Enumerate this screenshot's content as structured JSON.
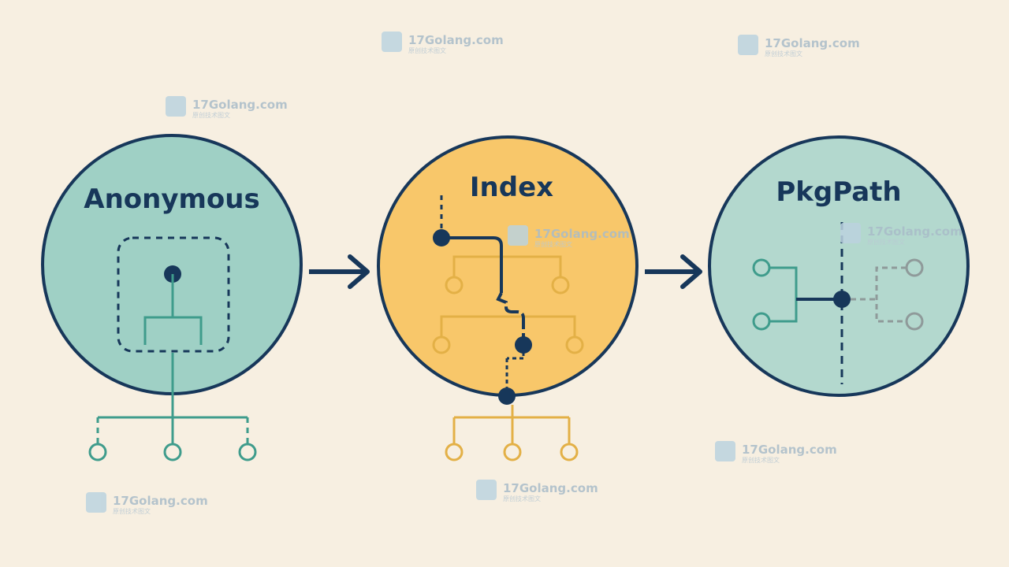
{
  "diagram": {
    "stages": [
      {
        "label": "Anonymous",
        "fill": "#9fd0c5"
      },
      {
        "label": "Index",
        "fill": "#f8c76a"
      },
      {
        "label": "PkgPath",
        "fill": "#b3d8ce"
      }
    ],
    "colors": {
      "outline": "#17375a",
      "teal_line": "#3f9c8c",
      "gold_line": "#e3b046",
      "gray_line": "#8f9a9a",
      "background": "#f7efe1"
    }
  },
  "watermark": {
    "text": "17Golang.com",
    "subtext": "原创技术图文",
    "icon": "chat-bubble-icon"
  }
}
